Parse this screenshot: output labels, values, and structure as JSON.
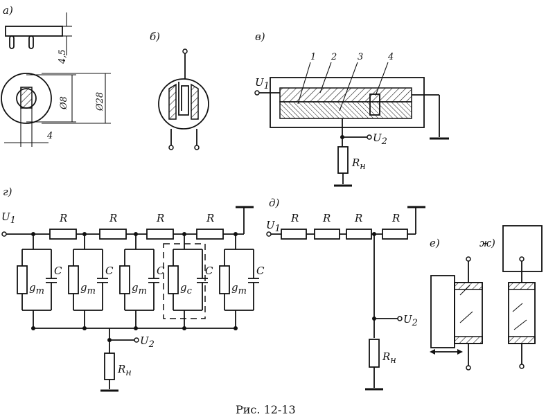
{
  "caption": "Рис. 12-13",
  "panel_labels": {
    "a": "а)",
    "b": "б)",
    "v": "в)",
    "g": "г)",
    "d": "д)",
    "e": "е)",
    "zh": "ж)"
  },
  "dims": {
    "height": "4,5",
    "diam_inner": "Ø8",
    "diam_outer": "Ø28",
    "width": "4"
  },
  "part_numbers": [
    "1",
    "2",
    "3",
    "4"
  ],
  "terminals": {
    "u1": "U",
    "u1_sub": "1",
    "u2": "U",
    "u2_sub": "2"
  },
  "components": {
    "r": "R",
    "rn": "R",
    "rn_sub": "н",
    "c": "C",
    "gt": "g",
    "gt_sub": "т",
    "gc": "g",
    "gc_sub": "с"
  }
}
